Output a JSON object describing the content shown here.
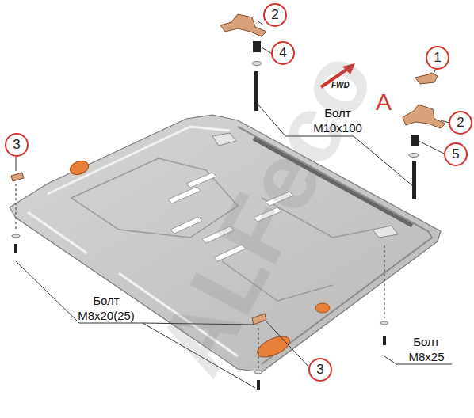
{
  "diagram": {
    "labels": [
      "2",
      "4",
      "1",
      "A",
      "2",
      "5",
      "FWD",
      "Болт M10x100",
      "3",
      "Болт M8x20(25)",
      "3",
      "Болт M8x25",
      "ALFeco"
    ]
  }
}
